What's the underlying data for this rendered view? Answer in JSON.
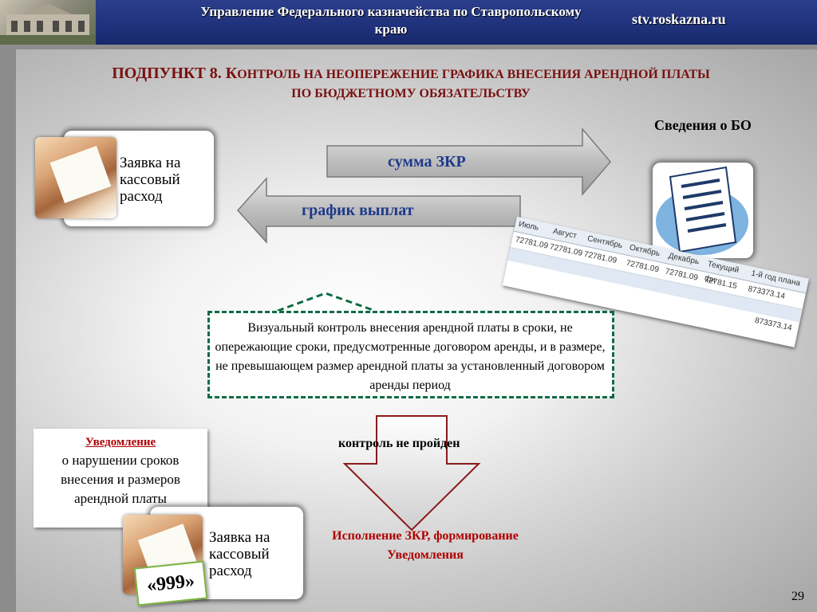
{
  "header": {
    "title": "Управление Федерального казначейства по Ставропольскому краю",
    "site": "stv.roskazna.ru"
  },
  "title": {
    "part1": "ПОДПУНКТ 8. К",
    "part2": "ОНТРОЛЬ НА НЕОПЕРЕЖЕНИЕ ГРАФИКА ВНЕСЕНИЯ АРЕНДНОЙ ПЛАТЫ",
    "line2": "ПО БЮДЖЕТНОМУ ОБЯЗАТЕЛЬСТВУ"
  },
  "svedenia_bo": "Сведения о БО",
  "zayavka_top": "Заявка на кассовый расход",
  "arrow_right": "сумма ЗКР",
  "arrow_left": "график выплат",
  "table": {
    "headers": [
      "Июль",
      "Август",
      "Сентябрь",
      "Октябрь",
      "Декабрь",
      "Текущий фи",
      "1-й год плана"
    ],
    "values": [
      "72781.09",
      "72781.09",
      "72781.09",
      "72781.09",
      "72781.09",
      "72781.15",
      "873373.14",
      "873373.14"
    ]
  },
  "control_text": "Визуальный контроль внесения арендной платы в сроки, не опережающие сроки, предусмотренные договором аренды, и в размере, не превышающем размер арендной платы за установленный договором аренды период",
  "kontrol": "контроль не пройден",
  "notice": {
    "title": "Уведомление",
    "body": "о нарушении сроков внесения и размеров арендной платы"
  },
  "zayavka_bottom": "Заявка на кассовый расход",
  "badge": "«999»",
  "ispolnenie": "Исполнение ЗКР, формирование Уведомления",
  "page_number": "29"
}
